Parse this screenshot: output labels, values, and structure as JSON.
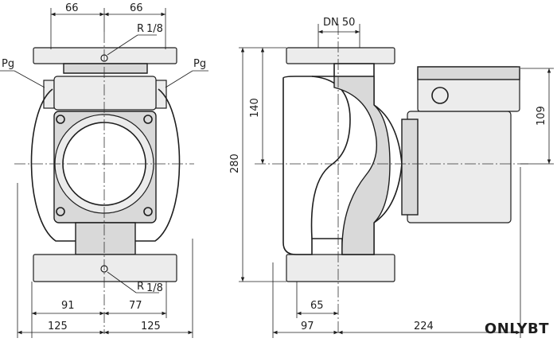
{
  "dimensions": {
    "top_left_half": "66",
    "top_right_half": "66",
    "thread_top": "R",
    "thread_bottom": "R",
    "thread_fraction": "1/8",
    "gauge_left": "Pg",
    "gauge_right": "Pg",
    "bottom_left_inner": "91",
    "bottom_right_inner": "77",
    "bottom_left_outer": "125",
    "bottom_right_outer": "125",
    "nominal_diameter": "DN 50",
    "overall_height": "280",
    "flange_to_axis": "140",
    "motor_half_height": "109",
    "port_offset": "65",
    "side_depth": "97",
    "motor_length": "224"
  },
  "brand": {
    "prefix": "ONLY",
    "suffix": "BT"
  },
  "colors": {
    "line": "#1e1e1e",
    "fill": "#d9d9d9",
    "background": "#ffffff"
  }
}
